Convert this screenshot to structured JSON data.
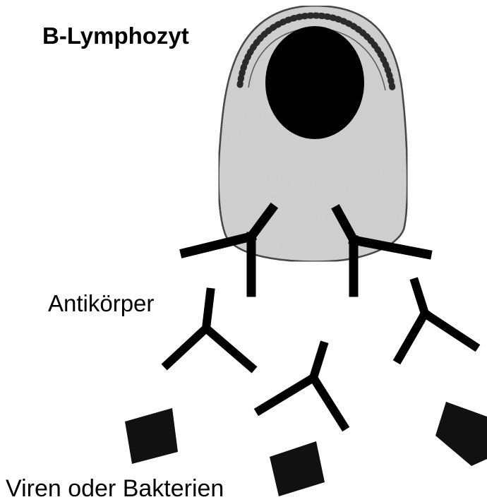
{
  "diagram": {
    "title": "B-Lymphozyt",
    "antibody_label": "Antikörper",
    "pathogen_label": "Viren oder Bakterien"
  },
  "colors": {
    "cell_fill": "#d0d0d0",
    "cell_outline": "#2a2a2a",
    "nucleus": "#000000",
    "antibody": "#000000",
    "pathogen": "#111111"
  }
}
